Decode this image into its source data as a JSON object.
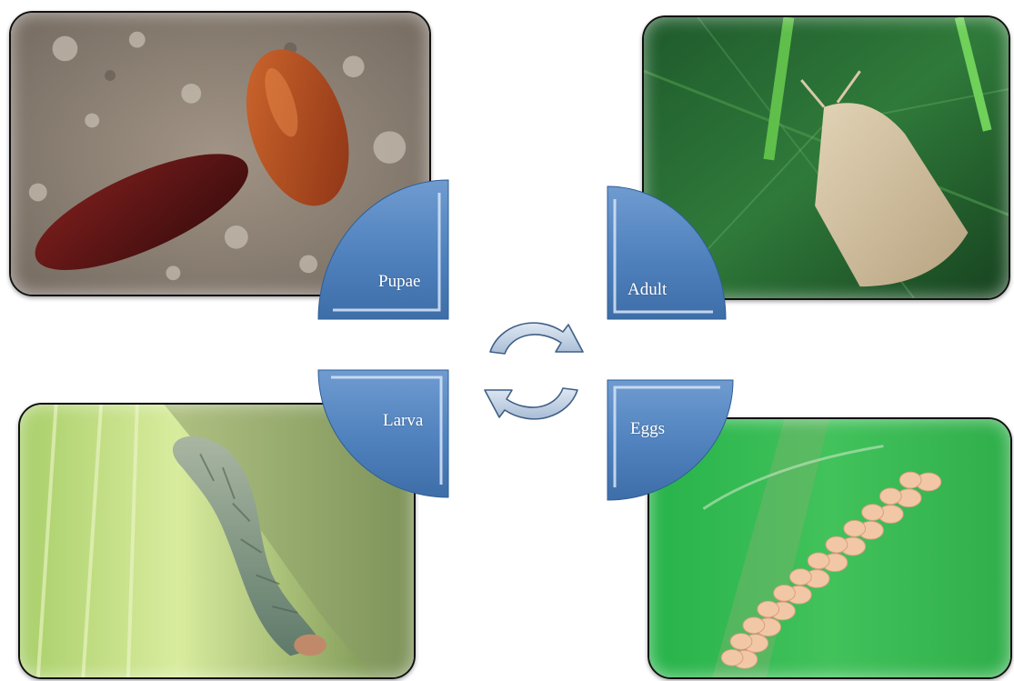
{
  "stages": {
    "pupae": {
      "label": "Pupae",
      "photo": "pupae-photo"
    },
    "adult": {
      "label": "Adult",
      "photo": "moth-photo"
    },
    "larva": {
      "label": "Larva",
      "photo": "caterpillar-photo"
    },
    "eggs": {
      "label": "Eggs",
      "photo": "egg-mass-photo"
    }
  },
  "center": {
    "icon": "cycle-arrows-icon"
  },
  "colors": {
    "quadrant_fill": "#4f81bd",
    "quadrant_light": "#8fb1dc",
    "quadrant_edge": "#2f5f96",
    "arrow_fill": "#b9c9dc",
    "arrow_edge": "#3f5f86"
  }
}
